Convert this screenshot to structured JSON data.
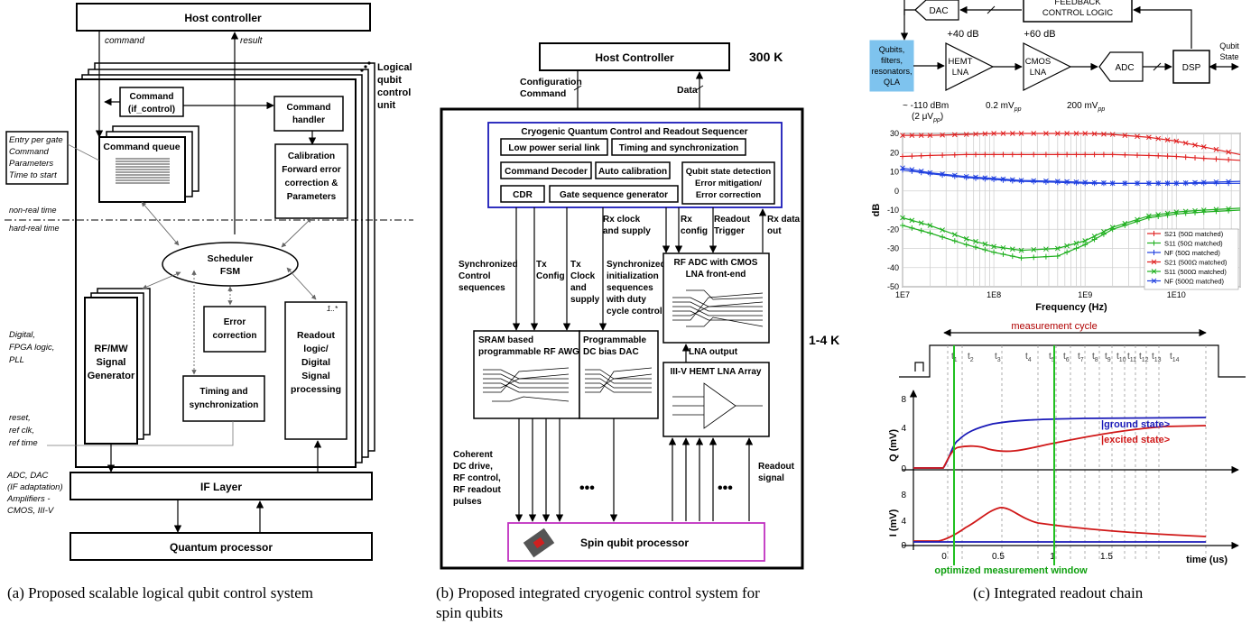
{
  "panel_a": {
    "caption": "(a) Proposed scalable logical qubit control system",
    "host": "Host controller",
    "command": "command",
    "result": "result",
    "logical_l1": "Logical",
    "logical_l2": "qubit",
    "logical_l3": "control",
    "logical_l4": "unit",
    "cmd_if_l1": "Command",
    "cmd_if_l2": "(if_control)",
    "cmd_handler_l1": "Command",
    "cmd_handler_l2": "handler",
    "entry_l1": "Entry per gate",
    "entry_l2": "Command",
    "entry_l3": "Parameters",
    "entry_l4": "Time to start",
    "cmd_queue": "Command queue",
    "calib_l1": "Calibration",
    "calib_l2": "Forward error",
    "calib_l3": "correction &",
    "calib_l4": "Parameters",
    "non_real": "non-real time",
    "hard_real": "hard-real time",
    "sched_l1": "Scheduler",
    "sched_l2": "FSM",
    "digital_l1": "Digital,",
    "digital_l2": "FPGA logic,",
    "digital_l3": "PLL",
    "rfmw_l1": "RF/MW",
    "rfmw_l2": "Signal",
    "rfmw_l3": "Generator",
    "err_l1": "Error",
    "err_l2": "correction",
    "readout_mult": "1..*",
    "readout_l1": "Readout",
    "readout_l2": "logic/",
    "readout_l3": "Digital",
    "readout_l4": "Signal",
    "readout_l5": "processing",
    "timing_l1": "Timing and",
    "timing_l2": "synchronization",
    "reset_l1": "reset,",
    "reset_l2": "ref clk,",
    "reset_l3": "ref time",
    "adc_l1": "ADC, DAC",
    "adc_l2": "(IF adaptation)",
    "adc_l3": "Amplifiers -",
    "adc_l4": "CMOS, III-V",
    "if_layer": "IF Layer",
    "qproc": "Quantum processor"
  },
  "panel_b": {
    "caption_l1": "(b) Proposed integrated cryogenic control system for",
    "caption_l2": "spin qubits",
    "host": "Host Controller",
    "temp_300": "300 K",
    "temp_cold": "1-4 K",
    "config_l1": "Configuration",
    "config_l2": "Command",
    "data": "Data",
    "seq_title": "Cryogenic Quantum Control and Readout Sequencer",
    "low_power": "Low power serial link",
    "timing": "Timing and synchronization",
    "cmd_decoder": "Command Decoder",
    "auto_cal": "Auto calibration",
    "qsd_l1": "Qubit state detection",
    "qsd_l2": "Error mitigation/",
    "qsd_l3": "Error correction",
    "cdr": "CDR",
    "gate_seq": "Gate sequence generator",
    "rxclk_l1": "Rx clock",
    "rxclk_l2": "and supply",
    "rx_l1": "Rx",
    "rx_l2": "config",
    "rtrig_l1": "Readout",
    "rtrig_l2": "Trigger",
    "rxdata_l1": "Rx data",
    "rxdata_l2": "out",
    "sync_l1": "Synchronized",
    "sync_l2": "Control",
    "sync_l3": "sequences",
    "tx_l1": "Tx",
    "tx_l2": "Config",
    "txclk_l1": "Tx",
    "txclk_l2": "Clock",
    "txclk_l3": "and",
    "txclk_l4": "supply",
    "syncinit_l1": "Synchronized",
    "syncinit_l2": "initialization",
    "syncinit_l3": "sequences",
    "syncinit_l4": "with duty",
    "syncinit_l5": "cycle control",
    "rfadc_l1": "RF ADC with CMOS",
    "rfadc_l2": "LNA front-end",
    "sram_l1": "SRAM based",
    "sram_l2": "programmable RF AWG",
    "dcbias_l1": "Programmable",
    "dcbias_l2": "DC bias DAC",
    "lna_out": "LNA output",
    "hemt": "III-V HEMT LNA Array",
    "coh_l1": "Coherent",
    "coh_l2": "DC drive,",
    "coh_l3": "RF control,",
    "coh_l4": "RF readout",
    "coh_l5": "pulses",
    "readout_sig_l1": "Readout",
    "readout_sig_l2": "signal",
    "spin": "Spin qubit processor",
    "dots": "•••"
  },
  "panel_c": {
    "caption": "(c) Integrated readout chain",
    "dac": "DAC",
    "fb_l1": "FEEDBACK",
    "fb_l2": "CONTROL LOGIC",
    "qubits_l1": "Qubits,",
    "qubits_l2": "filters,",
    "qubits_l3": "resonators,",
    "qubits_l4": "QLA",
    "g40": "+40 dB",
    "g60": "+60 dB",
    "hemt_l1": "HEMT",
    "hemt_l2": "LNA",
    "cmos_l1": "CMOS",
    "cmos_l2": "LNA",
    "adc": "ADC",
    "dsp": "DSP",
    "qstate_l1": "Qubit",
    "qstate_l2": "State",
    "p110_l1": "~ -110 dBm",
    "p110_l2": "(2 μV",
    "p110_sub": "pp",
    "p110_end": ")",
    "p02": "0.2 mV",
    "p02_sub": "pp",
    "p200": "200 mV",
    "p200_sub": "pp",
    "meas_cycle": "measurement cycle",
    "ground": "|ground state>",
    "excited": "|excited state>",
    "q_label": "Q (mV)",
    "i_label": "I (mV)",
    "time_label": "time (us)",
    "opt_window": "optimized measurement window",
    "t_labels": [
      "t1",
      "t2",
      "t3",
      "t4",
      "t5",
      "t6",
      "t7",
      "t8",
      "t9",
      "t10",
      "t11",
      "t12",
      "t13",
      "t14"
    ],
    "q_ticks": [
      "8",
      "4",
      "0"
    ],
    "i_ticks": [
      "8",
      "4",
      "0"
    ],
    "time_ticks": [
      "0",
      "0.5",
      "1",
      "1.5"
    ]
  },
  "chart_data": {
    "type": "line",
    "title": "",
    "xlabel": "Frequency (Hz)",
    "ylabel": "dB",
    "xscale": "log",
    "xlim": [
      10000000,
      50000000000
    ],
    "ylim": [
      -50,
      30
    ],
    "x_ticks": [
      "1E7",
      "1E8",
      "1E9",
      "1E10"
    ],
    "y_ticks": [
      "30",
      "20",
      "10",
      "0",
      "-10",
      "-20",
      "-30",
      "-40",
      "-50"
    ],
    "grid": true,
    "legend_position": "bottom-right",
    "x": [
      10000000,
      20000000,
      50000000,
      100000000,
      200000000,
      500000000,
      1000000000,
      2000000000,
      5000000000,
      10000000000,
      20000000000,
      50000000000
    ],
    "series": [
      {
        "name": "S21 (50Ω matched)",
        "color": "#e02020",
        "marker": "+",
        "values": [
          18,
          18.5,
          19,
          19,
          19,
          19,
          19,
          19,
          18.5,
          18,
          17,
          16
        ]
      },
      {
        "name": "S11 (50Ω matched)",
        "color": "#20b020",
        "marker": "+",
        "values": [
          -18,
          -22,
          -28,
          -32,
          -35,
          -34,
          -28,
          -20,
          -14,
          -12,
          -11,
          -10
        ]
      },
      {
        "name": "NF (50Ω matched)",
        "color": "#2040e0",
        "marker": "+",
        "values": [
          11,
          9,
          7,
          6,
          5,
          4.5,
          4,
          4,
          4,
          4,
          4,
          4
        ]
      },
      {
        "name": "S21 (500Ω matched)",
        "color": "#e02020",
        "marker": "x",
        "values": [
          29,
          29,
          29.5,
          30,
          30,
          30,
          30,
          29.5,
          28,
          26,
          23,
          19
        ]
      },
      {
        "name": "S11 (500Ω matched)",
        "color": "#20b020",
        "marker": "x",
        "values": [
          -14,
          -18,
          -25,
          -29,
          -31,
          -30,
          -26,
          -19,
          -13,
          -11,
          -10,
          -9
        ]
      },
      {
        "name": "NF (500Ω matched)",
        "color": "#2040e0",
        "marker": "x",
        "values": [
          12,
          9.5,
          7.5,
          6.5,
          5.5,
          5,
          4.5,
          4,
          4,
          4,
          4.5,
          5
        ]
      }
    ]
  }
}
